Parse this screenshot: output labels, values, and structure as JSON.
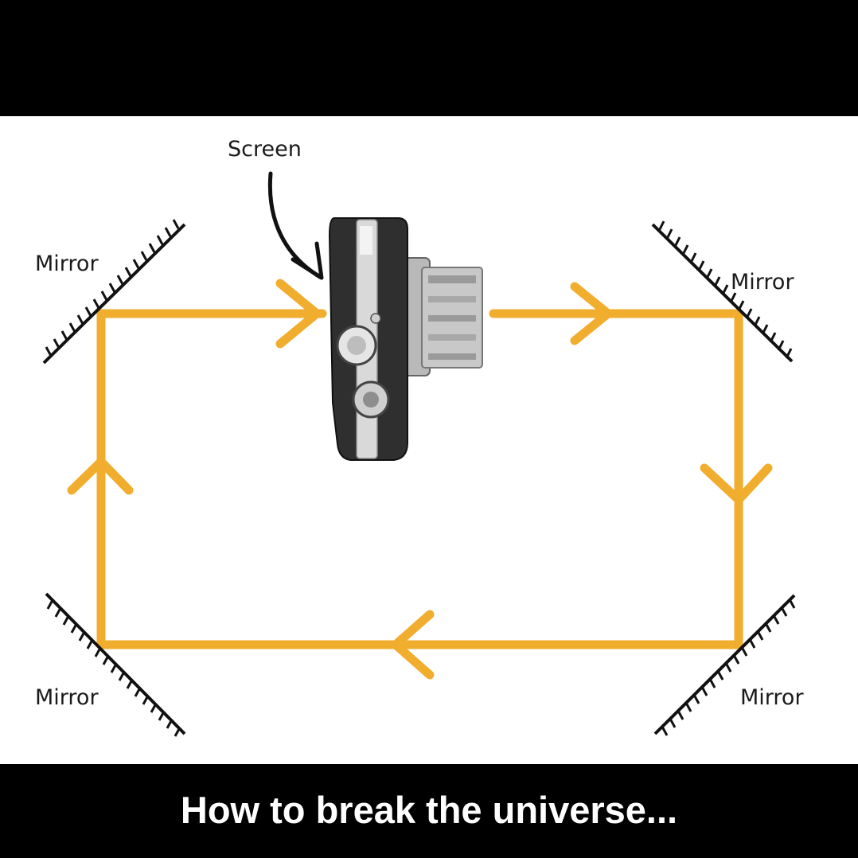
{
  "labels": {
    "screen": "Screen",
    "mirror_top_left": "Mirror",
    "mirror_top_right": "Mirror",
    "mirror_bottom_left": "Mirror",
    "mirror_bottom_right": "Mirror"
  },
  "caption": "How to break the universe...",
  "colors": {
    "beam": "#f0ad2e",
    "mirror": "#111111",
    "background": "#ffffff",
    "bars": "#000000",
    "caption_text": "#ffffff"
  },
  "icons": [
    "camera-icon",
    "arrow-pointer-icon",
    "mirror-icon"
  ]
}
